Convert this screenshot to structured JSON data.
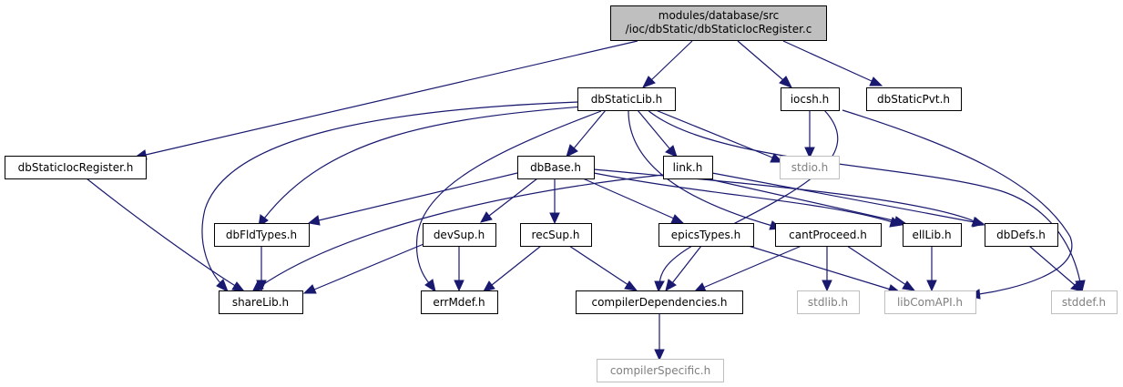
{
  "nodes": {
    "root": {
      "lines": [
        "modules/database/src",
        "/ioc/dbStatic/dbStaticIocRegister.c"
      ]
    },
    "dbStaticLib": {
      "label": "dbStaticLib.h"
    },
    "iocsh": {
      "label": "iocsh.h"
    },
    "dbStaticPvt": {
      "label": "dbStaticPvt.h"
    },
    "dbStaticIocRegister": {
      "label": "dbStaticIocRegister.h"
    },
    "dbBase": {
      "label": "dbBase.h"
    },
    "link": {
      "label": "link.h"
    },
    "stdio": {
      "label": "stdio.h"
    },
    "dbFldTypes": {
      "label": "dbFldTypes.h"
    },
    "devSup": {
      "label": "devSup.h"
    },
    "recSup": {
      "label": "recSup.h"
    },
    "epicsTypes": {
      "label": "epicsTypes.h"
    },
    "cantProceed": {
      "label": "cantProceed.h"
    },
    "ellLib": {
      "label": "ellLib.h"
    },
    "dbDefs": {
      "label": "dbDefs.h"
    },
    "shareLib": {
      "label": "shareLib.h"
    },
    "errMdef": {
      "label": "errMdef.h"
    },
    "compilerDependencies": {
      "label": "compilerDependencies.h"
    },
    "stdlib": {
      "label": "stdlib.h"
    },
    "libComAPI": {
      "label": "libComAPI.h"
    },
    "stddef": {
      "label": "stddef.h"
    },
    "compilerSpecific": {
      "label": "compilerSpecific.h"
    }
  },
  "colors": {
    "edge": "#191970",
    "root_fill": "#bfbfbf",
    "external_border": "#bfbfbf",
    "external_text": "#7f7f7f"
  }
}
